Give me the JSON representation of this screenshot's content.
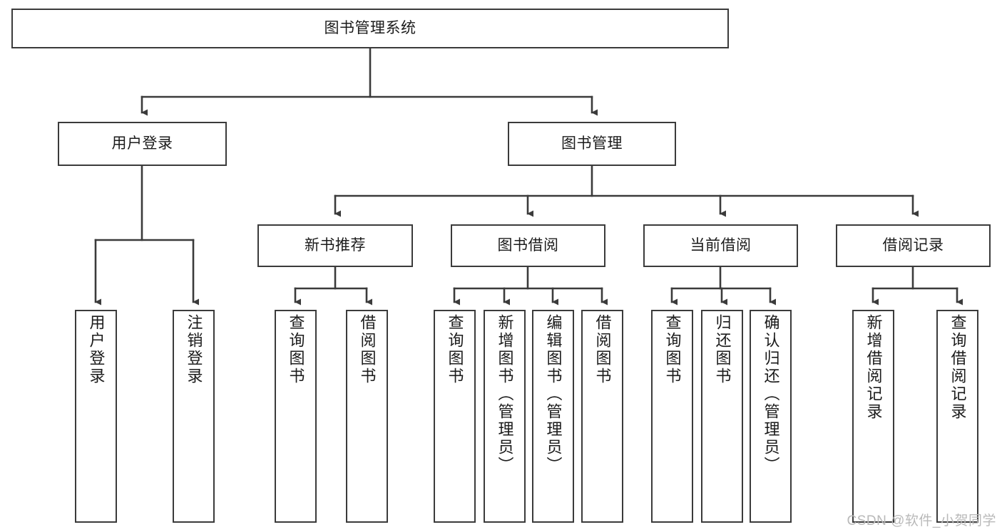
{
  "diagram": {
    "title": "图书管理系统",
    "watermark": "CSDN @软件_小贺同学",
    "colors": {
      "background": "#ffffff",
      "border": "#3b3b3b",
      "edge": "#3b3b3b",
      "text": "#1b1b1b",
      "watermark": "#b9b9b9"
    },
    "root": {
      "label": "图书管理系统"
    },
    "level2": [
      {
        "label": "用户登录"
      },
      {
        "label": "图书管理"
      }
    ],
    "level3": [
      {
        "label": "新书推荐"
      },
      {
        "label": "图书借阅"
      },
      {
        "label": "当前借阅"
      },
      {
        "label": "借阅记录"
      }
    ],
    "leaves": {
      "user_login": [
        {
          "label": "用户登录"
        },
        {
          "label": "注销登录"
        }
      ],
      "new_book_recommend": [
        {
          "label": "查询图书"
        },
        {
          "label": "借阅图书"
        }
      ],
      "book_borrow": [
        {
          "label": "查询图书"
        },
        {
          "label": "新增图书（管理员）"
        },
        {
          "label": "编辑图书（管理员）"
        },
        {
          "label": "借阅图书"
        }
      ],
      "current_borrow": [
        {
          "label": "查询图书"
        },
        {
          "label": "归还图书"
        },
        {
          "label": "确认归还（管理员）"
        }
      ],
      "borrow_record": [
        {
          "label": "新增借阅记录"
        },
        {
          "label": "查询借阅记录"
        }
      ]
    }
  }
}
